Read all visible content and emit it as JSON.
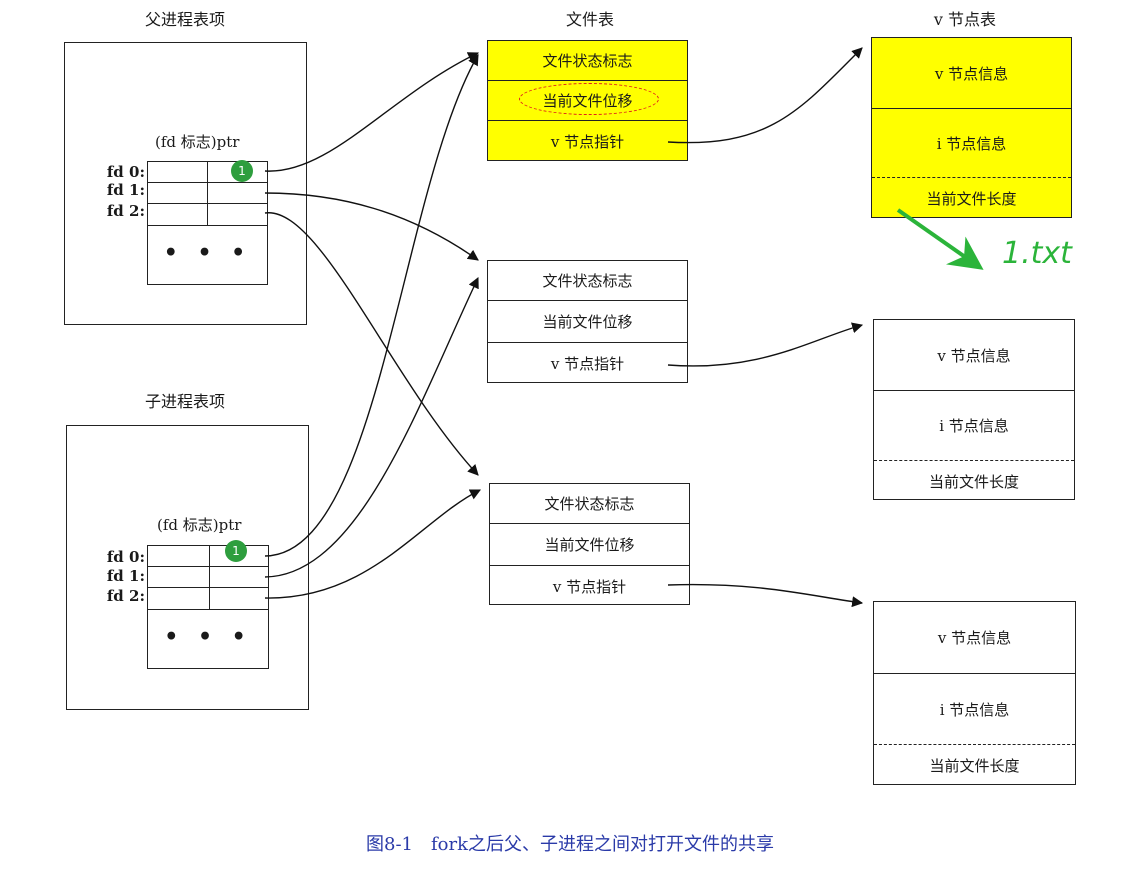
{
  "headings": {
    "parent": "父进程表项",
    "file_table": "文件表",
    "vnode_table": "v 节点表",
    "child": "子进程表项"
  },
  "process": {
    "ptr_label": "(fd 标志)ptr",
    "fd_labels": [
      "fd 0:",
      "fd 1:",
      "fd 2:"
    ],
    "dots": "• • •"
  },
  "file_entry": {
    "status_flags": "文件状态标志",
    "offset": "当前文件位移",
    "vnode_ptr": "v 节点指针"
  },
  "vnode_entry": {
    "vnode_info": "v 节点信息",
    "inode_info": "i 节点信息",
    "file_length": "当前文件长度"
  },
  "badge": "1",
  "note": "1.txt",
  "caption": "图8-1　fork之后父、子进程之间对打开文件的共享",
  "colors": {
    "highlight": "#ffff00",
    "badge": "#2e9e3e",
    "note": "#2bb43a",
    "oval": "#e0201a",
    "caption": "#2a3aa8"
  }
}
